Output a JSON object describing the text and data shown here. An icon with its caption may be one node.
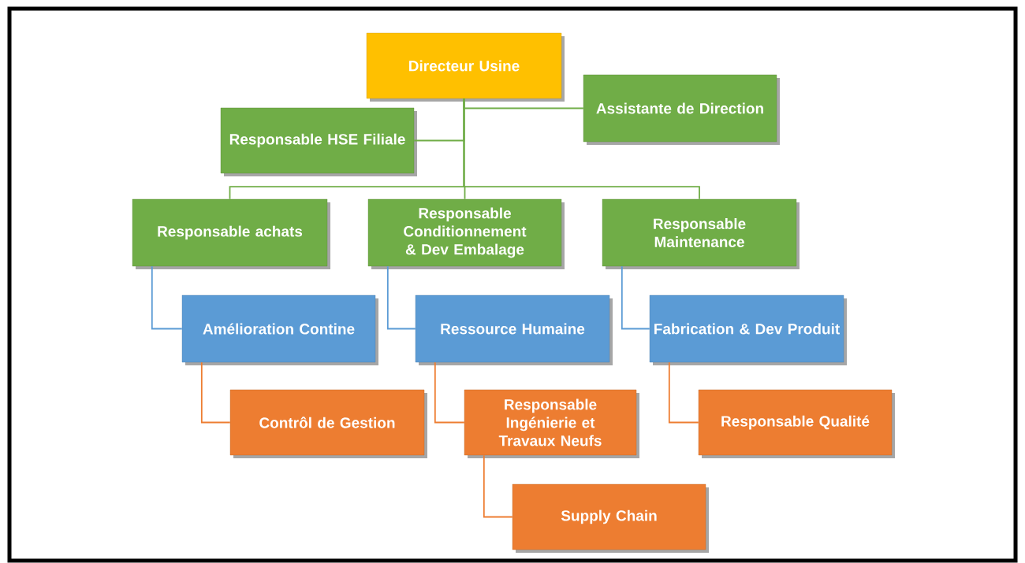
{
  "diagram": {
    "nodes": [
      {
        "text": [
          "Directeur Usine"
        ]
      },
      {
        "text": [
          "Assistante de Direction"
        ]
      },
      {
        "text": [
          "Responsable HSE Filiale"
        ]
      },
      {
        "text": [
          "Responsable achats"
        ]
      },
      {
        "text": [
          "Responsable Conditionnement & Dev Embalage"
        ]
      },
      {
        "text": [
          "Responsable Maintenance"
        ]
      },
      {
        "text": [
          "Amélioration Contine"
        ]
      },
      {
        "text": [
          "Ressource Humaine"
        ]
      },
      {
        "text": [
          "Fabrication & Dev Produit"
        ]
      },
      {
        "text": [
          "Contrôl de Gestion"
        ]
      },
      {
        "text": [
          "Responsable Ingénierie et Travaux Neufs"
        ]
      },
      {
        "text": [
          "Responsable Qualité"
        ]
      },
      {
        "text": [
          "Supply Chain"
        ]
      }
    ],
    "edges": [
      {
        "from": 0,
        "to": 1,
        "arrow": "none"
      },
      {
        "from": 0,
        "to": 2,
        "arrow": "none"
      },
      {
        "from": 0,
        "to": 3,
        "arrow": "none"
      },
      {
        "from": 0,
        "to": 4,
        "arrow": "none"
      },
      {
        "from": 0,
        "to": 5,
        "arrow": "none"
      },
      {
        "from": 3,
        "to": 6,
        "arrow": "none",
        "color": "#5b9bd5"
      },
      {
        "from": 4,
        "to": 7,
        "arrow": "none",
        "color": "#5b9bd5"
      },
      {
        "from": 5,
        "to": 8,
        "arrow": "none",
        "color": "#5b9bd5"
      },
      {
        "from": 6,
        "to": 9,
        "arrow": "none",
        "color": "#ed7d31"
      },
      {
        "from": 7,
        "to": 10,
        "arrow": "none",
        "color": "#ed7d31"
      },
      {
        "from": 8,
        "to": 11,
        "arrow": "none",
        "color": "#ed7d31"
      },
      {
        "from": 10,
        "to": 12,
        "arrow": "none",
        "color": "#ed7d31"
      }
    ]
  }
}
